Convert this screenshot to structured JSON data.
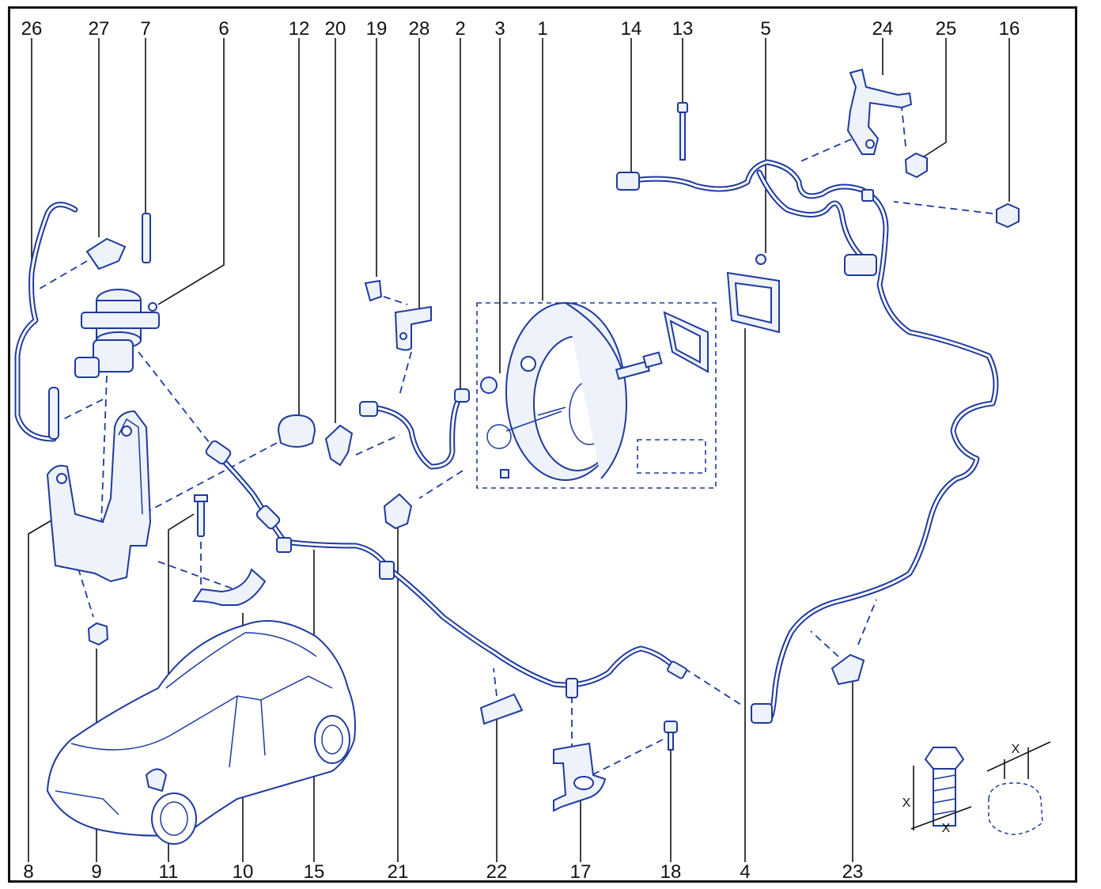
{
  "labels": {
    "l26": "26",
    "l27": "27",
    "l7": "7",
    "l6": "6",
    "l12": "12",
    "l20": "20",
    "l19": "19",
    "l28": "28",
    "l2": "2",
    "l3": "3",
    "l1": "1",
    "l14": "14",
    "l13": "13",
    "l5": "5",
    "l24": "24",
    "l25": "25",
    "l16": "16",
    "l8": "8",
    "l9": "9",
    "l11": "11",
    "l10": "10",
    "l15": "15",
    "l21": "21",
    "l22": "22",
    "l17": "17",
    "l18": "18",
    "l4": "4",
    "l23": "23"
  },
  "detail_marks": {
    "x1": "X",
    "x2": "X",
    "x3": "X"
  },
  "colors": {
    "line": "#1e3a9e",
    "fill": "#eef2fb",
    "label": "#111111"
  }
}
